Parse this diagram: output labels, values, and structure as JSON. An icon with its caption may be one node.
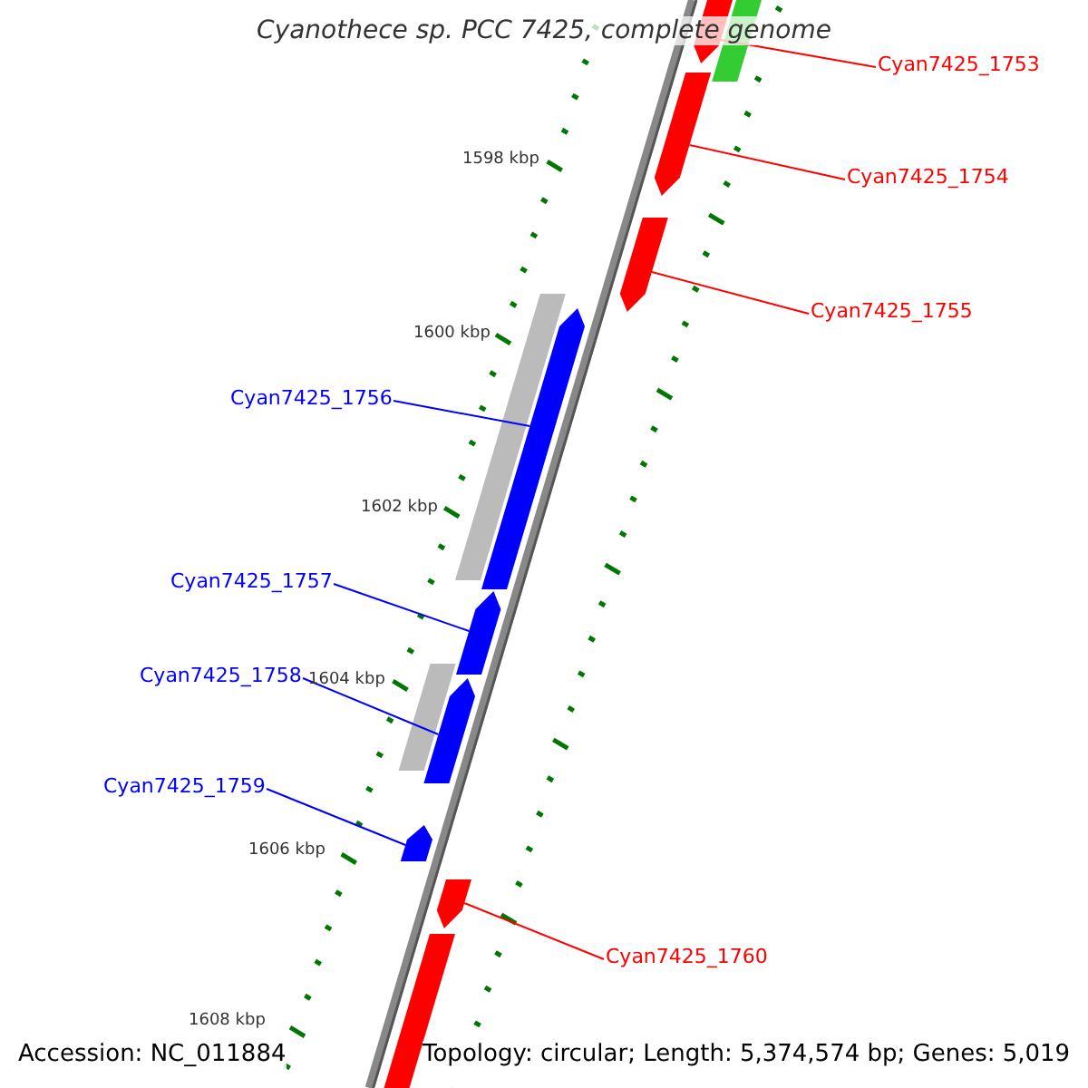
{
  "diagram": {
    "title": "Cyanothece sp. PCC 7425, complete genome",
    "nodes": [
      {
        "text": [
          "Cyan7425_1753"
        ]
      },
      {
        "text": [],
        "shape": "bar"
      },
      {
        "text": [
          "Cyan7425_1754"
        ]
      },
      {
        "text": [],
        "shape": "bar"
      },
      {
        "text": [
          "Cyan7425_1755"
        ]
      },
      {
        "text": [],
        "shape": "bar"
      },
      {
        "text": [
          "Cyan7425_1756"
        ]
      },
      {
        "text": [],
        "shape": "bar"
      },
      {
        "text": [
          "Cyan7425_1757"
        ]
      },
      {
        "text": [],
        "shape": "bar"
      },
      {
        "text": [
          "Cyan7425_1758"
        ]
      },
      {
        "text": [],
        "shape": "bar"
      },
      {
        "text": [
          "Cyan7425_1759"
        ]
      },
      {
        "text": [],
        "shape": "bar"
      },
      {
        "text": [
          "Cyan7425_1760"
        ]
      },
      {
        "text": [],
        "shape": "bar"
      },
      {
        "text": [],
        "shape": "bar"
      },
      {
        "text": [],
        "shape": "bar"
      },
      {
        "text": [],
        "shape": "bar"
      },
      {
        "text": [],
        "shape": "bar"
      }
    ],
    "edges": [
      {
        "from": 0,
        "to": 1,
        "arrow": "none",
        "color": "#ff0000"
      },
      {
        "from": 2,
        "to": 3,
        "arrow": "none",
        "color": "#ff0000"
      },
      {
        "from": 4,
        "to": 5,
        "arrow": "none",
        "color": "#ff0000"
      },
      {
        "from": 6,
        "to": 7,
        "arrow": "none",
        "color": "#0000ff"
      },
      {
        "from": 8,
        "to": 9,
        "arrow": "none",
        "color": "#0000ff"
      },
      {
        "from": 10,
        "to": 11,
        "arrow": "none",
        "color": "#0000ff"
      },
      {
        "from": 12,
        "to": 13,
        "arrow": "none",
        "color": "#0000ff"
      },
      {
        "from": 14,
        "to": 15,
        "arrow": "none",
        "color": "#ff0000"
      }
    ],
    "labels": [
      "1598 kbp",
      "1600 kbp",
      "1602 kbp",
      "1604 kbp",
      "1606 kbp",
      "1608 kbp",
      "Accession: NC_011884",
      "Topology: circular; Length: 5,374,574 bp; Genes: 5,019"
    ]
  }
}
